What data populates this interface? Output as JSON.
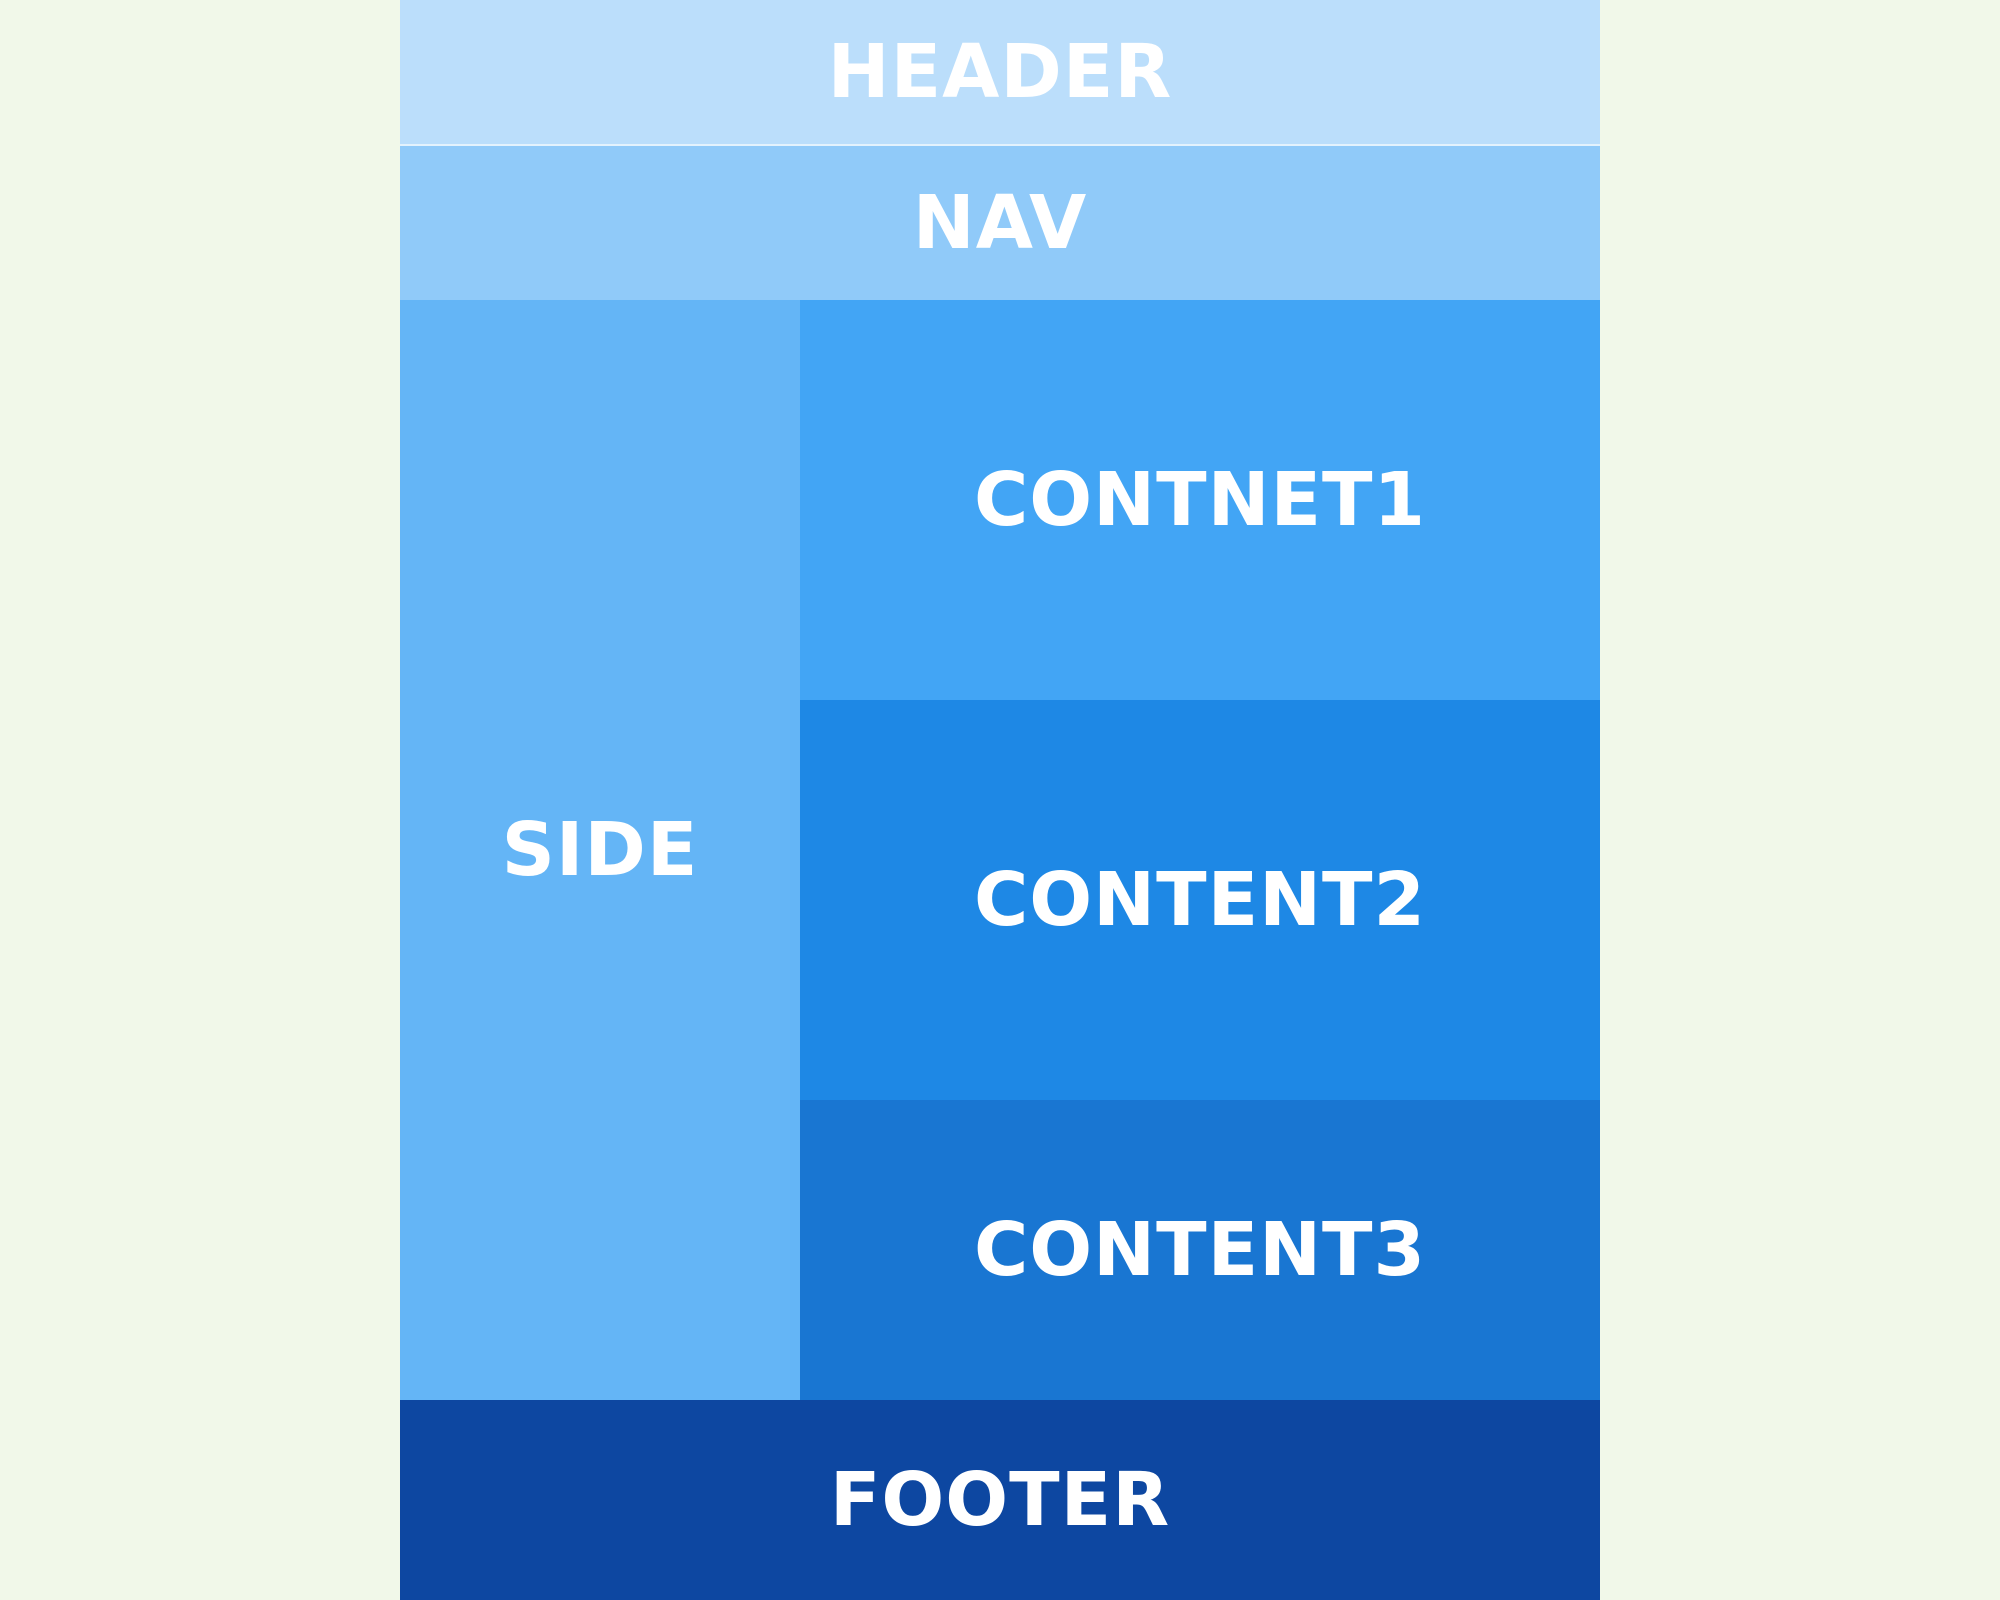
{
  "blocks": {
    "header": {
      "label": "HEADER",
      "color": "#bbdefb"
    },
    "nav": {
      "label": "NAV",
      "color": "#90caf9"
    },
    "side": {
      "label": "SIDE",
      "color": "#64b5f6"
    },
    "content1": {
      "label": "CONTNET1",
      "color": "#42a5f5"
    },
    "content2": {
      "label": "CONTENT2",
      "color": "#1e88e5"
    },
    "content3": {
      "label": "CONTENT3",
      "color": "#1976d2"
    },
    "footer": {
      "label": "FOOTER",
      "color": "#0d47a1"
    }
  },
  "background_color": "#f1f8e9"
}
